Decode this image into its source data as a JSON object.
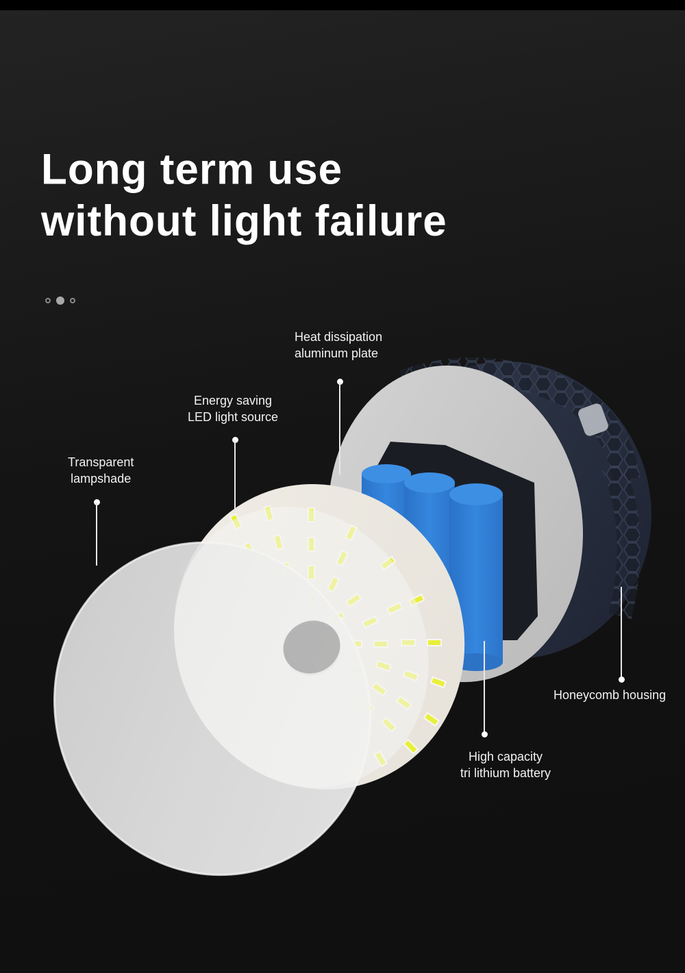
{
  "headline": {
    "line1": "Long term use",
    "line2": "without light failure"
  },
  "carousel": {
    "dots": 3,
    "active_index": 1
  },
  "callouts": [
    {
      "id": "heat-dissipation",
      "line1": "Heat dissipation",
      "line2": "aluminum plate"
    },
    {
      "id": "led-light-source",
      "line1": "Energy saving",
      "line2": "LED light source"
    },
    {
      "id": "lampshade",
      "line1": "Transparent",
      "line2": "lampshade"
    },
    {
      "id": "honeycomb-housing",
      "line1": "Honeycomb housing",
      "line2": ""
    },
    {
      "id": "battery",
      "line1": "High capacity",
      "line2": "tri lithium battery"
    }
  ],
  "colors": {
    "background": "#111111",
    "battery_blue": "#2f7fd6",
    "housing_navy": "#2a3142",
    "plate_gray": "#c9c9c9",
    "led_board": "#ece9e2",
    "led_yellow": "#e9ef3a"
  }
}
